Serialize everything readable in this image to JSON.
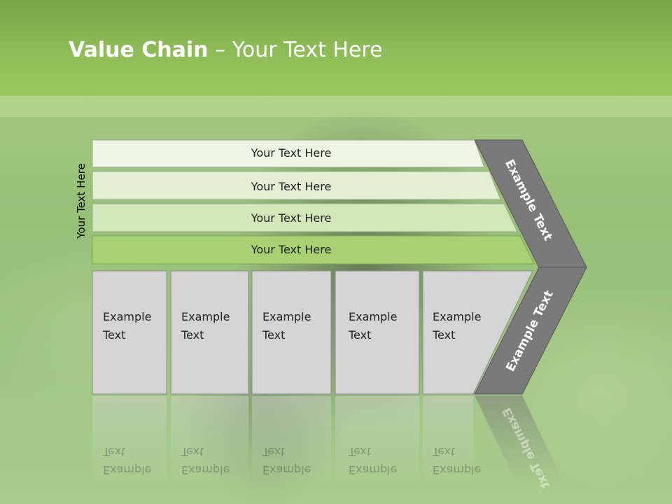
{
  "title": {
    "bold": "Value Chain",
    "dash": " – ",
    "rest": "Your Text Here"
  },
  "side_label": "Your Text Here",
  "rows": [
    {
      "label": "Your Text Here",
      "color": "#eef5e4"
    },
    {
      "label": "Your Text Here",
      "color": "#e2efd2"
    },
    {
      "label": "Your Text Here",
      "color": "#d3e8b8"
    },
    {
      "label": "Your Text Here",
      "color": "#a8d272"
    }
  ],
  "boxes": [
    {
      "line1": "Example",
      "line2": "Text"
    },
    {
      "line1": "Example",
      "line2": "Text"
    },
    {
      "line1": "Example",
      "line2": "Text"
    },
    {
      "line1": "Example",
      "line2": "Text"
    },
    {
      "line1": "Example",
      "line2": "Text"
    }
  ],
  "chevron": {
    "upper_label": "Example Text",
    "lower_label": "Example Text",
    "color": "#7a7a7a"
  },
  "colors": {
    "header": "#8fbc58",
    "box_fill": "#d4d4d4",
    "box_border": "#8a8a8a"
  }
}
